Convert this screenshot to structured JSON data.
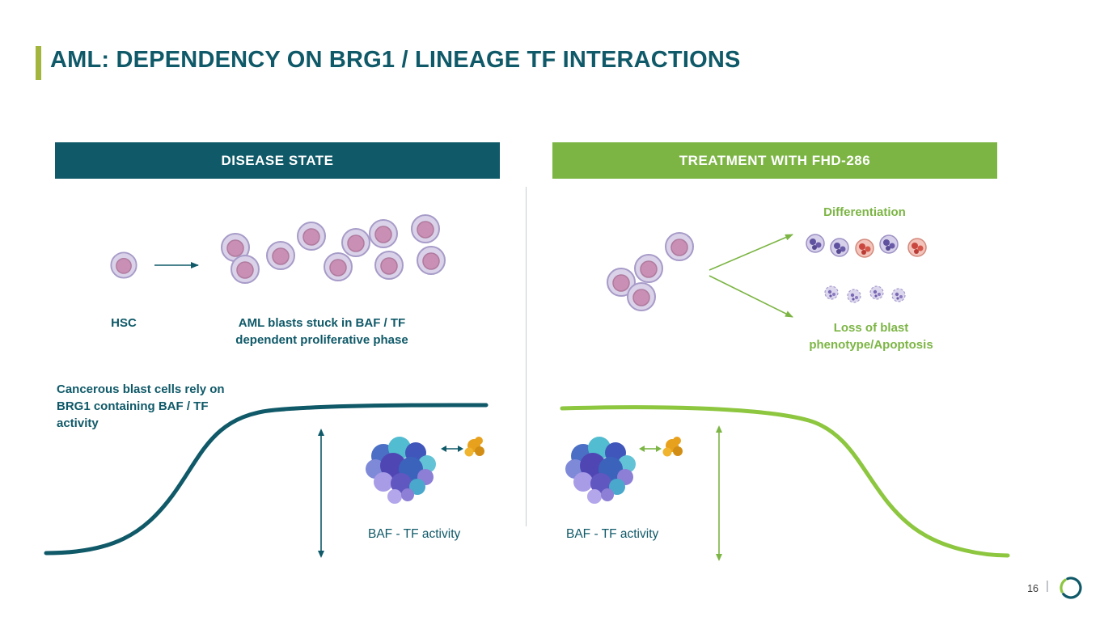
{
  "slide": {
    "title": "AML: DEPENDENCY ON BRG1 / LINEAGE TF INTERACTIONS",
    "page_number": "16"
  },
  "colors": {
    "teal": "#0f5968",
    "green": "#7cb544",
    "lime": "#8dc63f",
    "accent": "#a3b53c"
  },
  "left_panel": {
    "header": "DISEASE STATE",
    "hsc_label": "HSC",
    "blasts_label": "AML blasts stuck in BAF / TF\ndependent proliferative phase",
    "note": "Cancerous blast cells rely on\nBRG1 containing BAF / TF\nactivity",
    "activity_label": "BAF - TF activity"
  },
  "right_panel": {
    "header": "TREATMENT WITH FHD-286",
    "differentiation_label": "Differentiation",
    "loss_label": "Loss of blast\nphenotype/Apoptosis",
    "activity_label": "BAF - TF activity"
  },
  "footer": {
    "divider": "|",
    "logo": "ring-logo"
  }
}
